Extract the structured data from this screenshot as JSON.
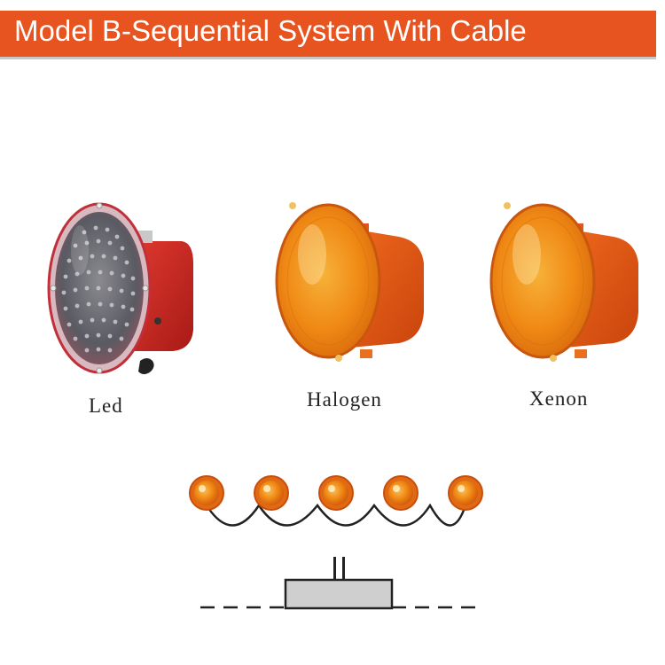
{
  "header": {
    "title": "Model B-Sequential System With Cable"
  },
  "products": [
    {
      "label": "Led"
    },
    {
      "label": "Halogen"
    },
    {
      "label": "Xenon"
    }
  ],
  "colors": {
    "banner": "#e8541f",
    "lamp_amber": "#f07b10",
    "housing_red": "#cc2a22",
    "housing_orange": "#e25512"
  },
  "diagram": {
    "lamp_count": 5
  }
}
